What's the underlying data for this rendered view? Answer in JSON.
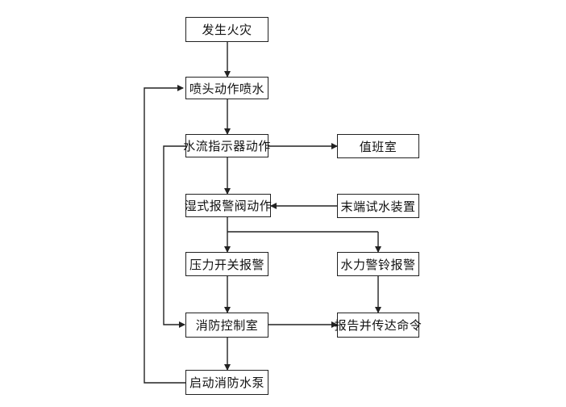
{
  "diagram": {
    "nodes": {
      "fire": "发生火灾",
      "sprinkler": "喷头动作喷水",
      "flow_indicator": "水流指示器动作",
      "control_room": "值班室",
      "alarm_valve": "湿式报警阀动作",
      "test_device": "末端试水装置",
      "pressure_switch": "压力开关报警",
      "hydraulic_bell": "水力警铃报警",
      "fire_control": "消防控制室",
      "report": "报告并传达命令",
      "start_pump": "启动消防水泵"
    },
    "colors": {
      "line": "#222222",
      "box_border": "#222222",
      "text": "#111111"
    }
  }
}
